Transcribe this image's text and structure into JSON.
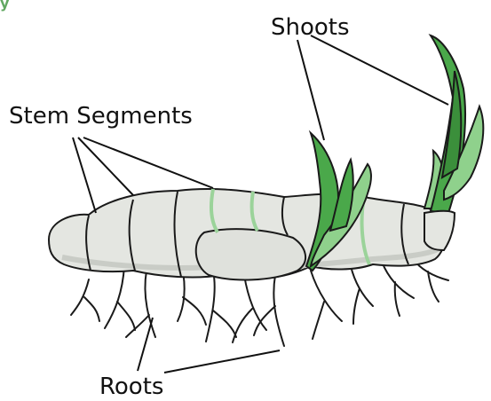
{
  "labels": {
    "shoots": "Shoots",
    "stem_segments": "Stem Segments",
    "roots": "Roots"
  },
  "colors": {
    "rhizome_fill": "#e4e6e1",
    "rhizome_shade": "#c9ccc6",
    "ring_green": "#9bd39a",
    "leaf_green": "#4aa84a",
    "leaf_light": "#8fd18c",
    "outline": "#1a1a1a",
    "pointer": "#111111"
  }
}
